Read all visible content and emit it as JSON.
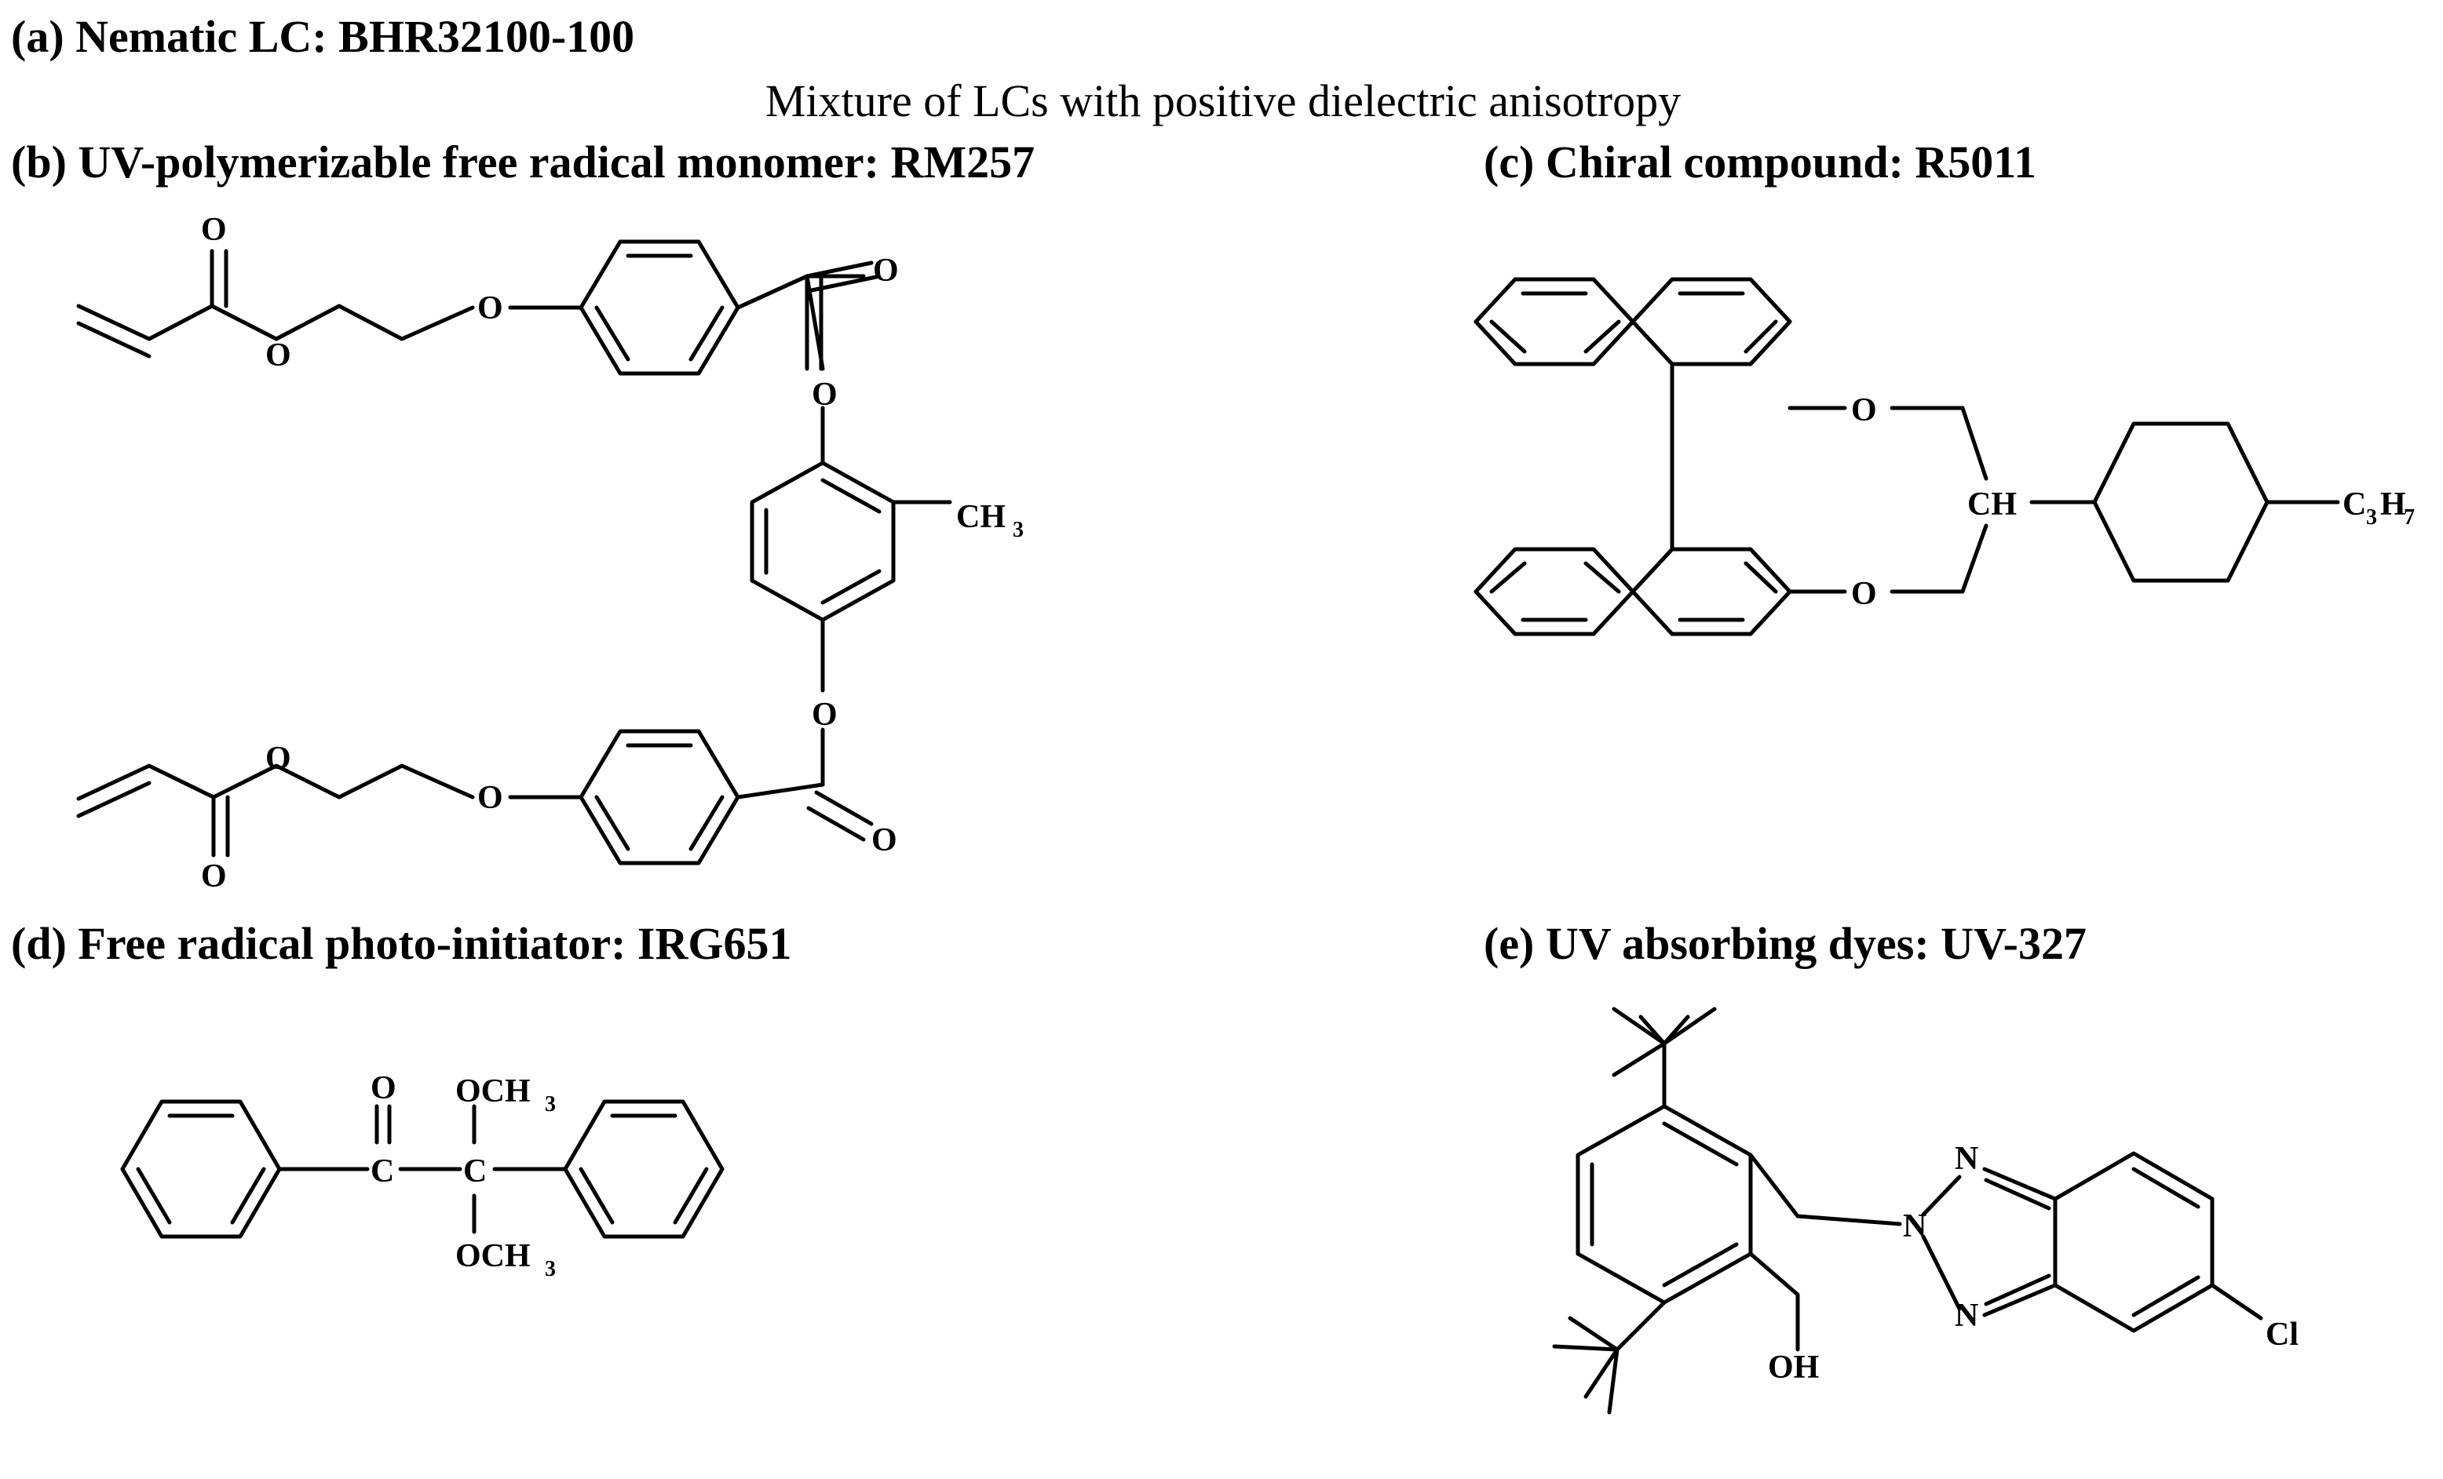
{
  "panels": {
    "a": {
      "title": "(a) Nematic LC: BHR32100-100",
      "description": "Mixture of LCs with positive dielectric anisotropy"
    },
    "b": {
      "title": "(b) UV-polymerizable free radical monomer: RM257",
      "atoms": {
        "O": "O",
        "CH": "CH",
        "sub3": "3"
      }
    },
    "c": {
      "title": "(c) Chiral compound: R5011",
      "atoms": {
        "O": "O",
        "CH": "CH",
        "C": "C",
        "H": "H",
        "sub3": "3",
        "sub7": "7"
      }
    },
    "d": {
      "title": "(d) Free radical photo-initiator:  IRG651",
      "atoms": {
        "O": "O",
        "C": "C",
        "OCH": "OCH",
        "sub3": "3"
      }
    },
    "e": {
      "title": "(e) UV absorbing dyes: UV-327",
      "atoms": {
        "N": "N",
        "OH": "OH",
        "Cl": "Cl"
      }
    }
  }
}
